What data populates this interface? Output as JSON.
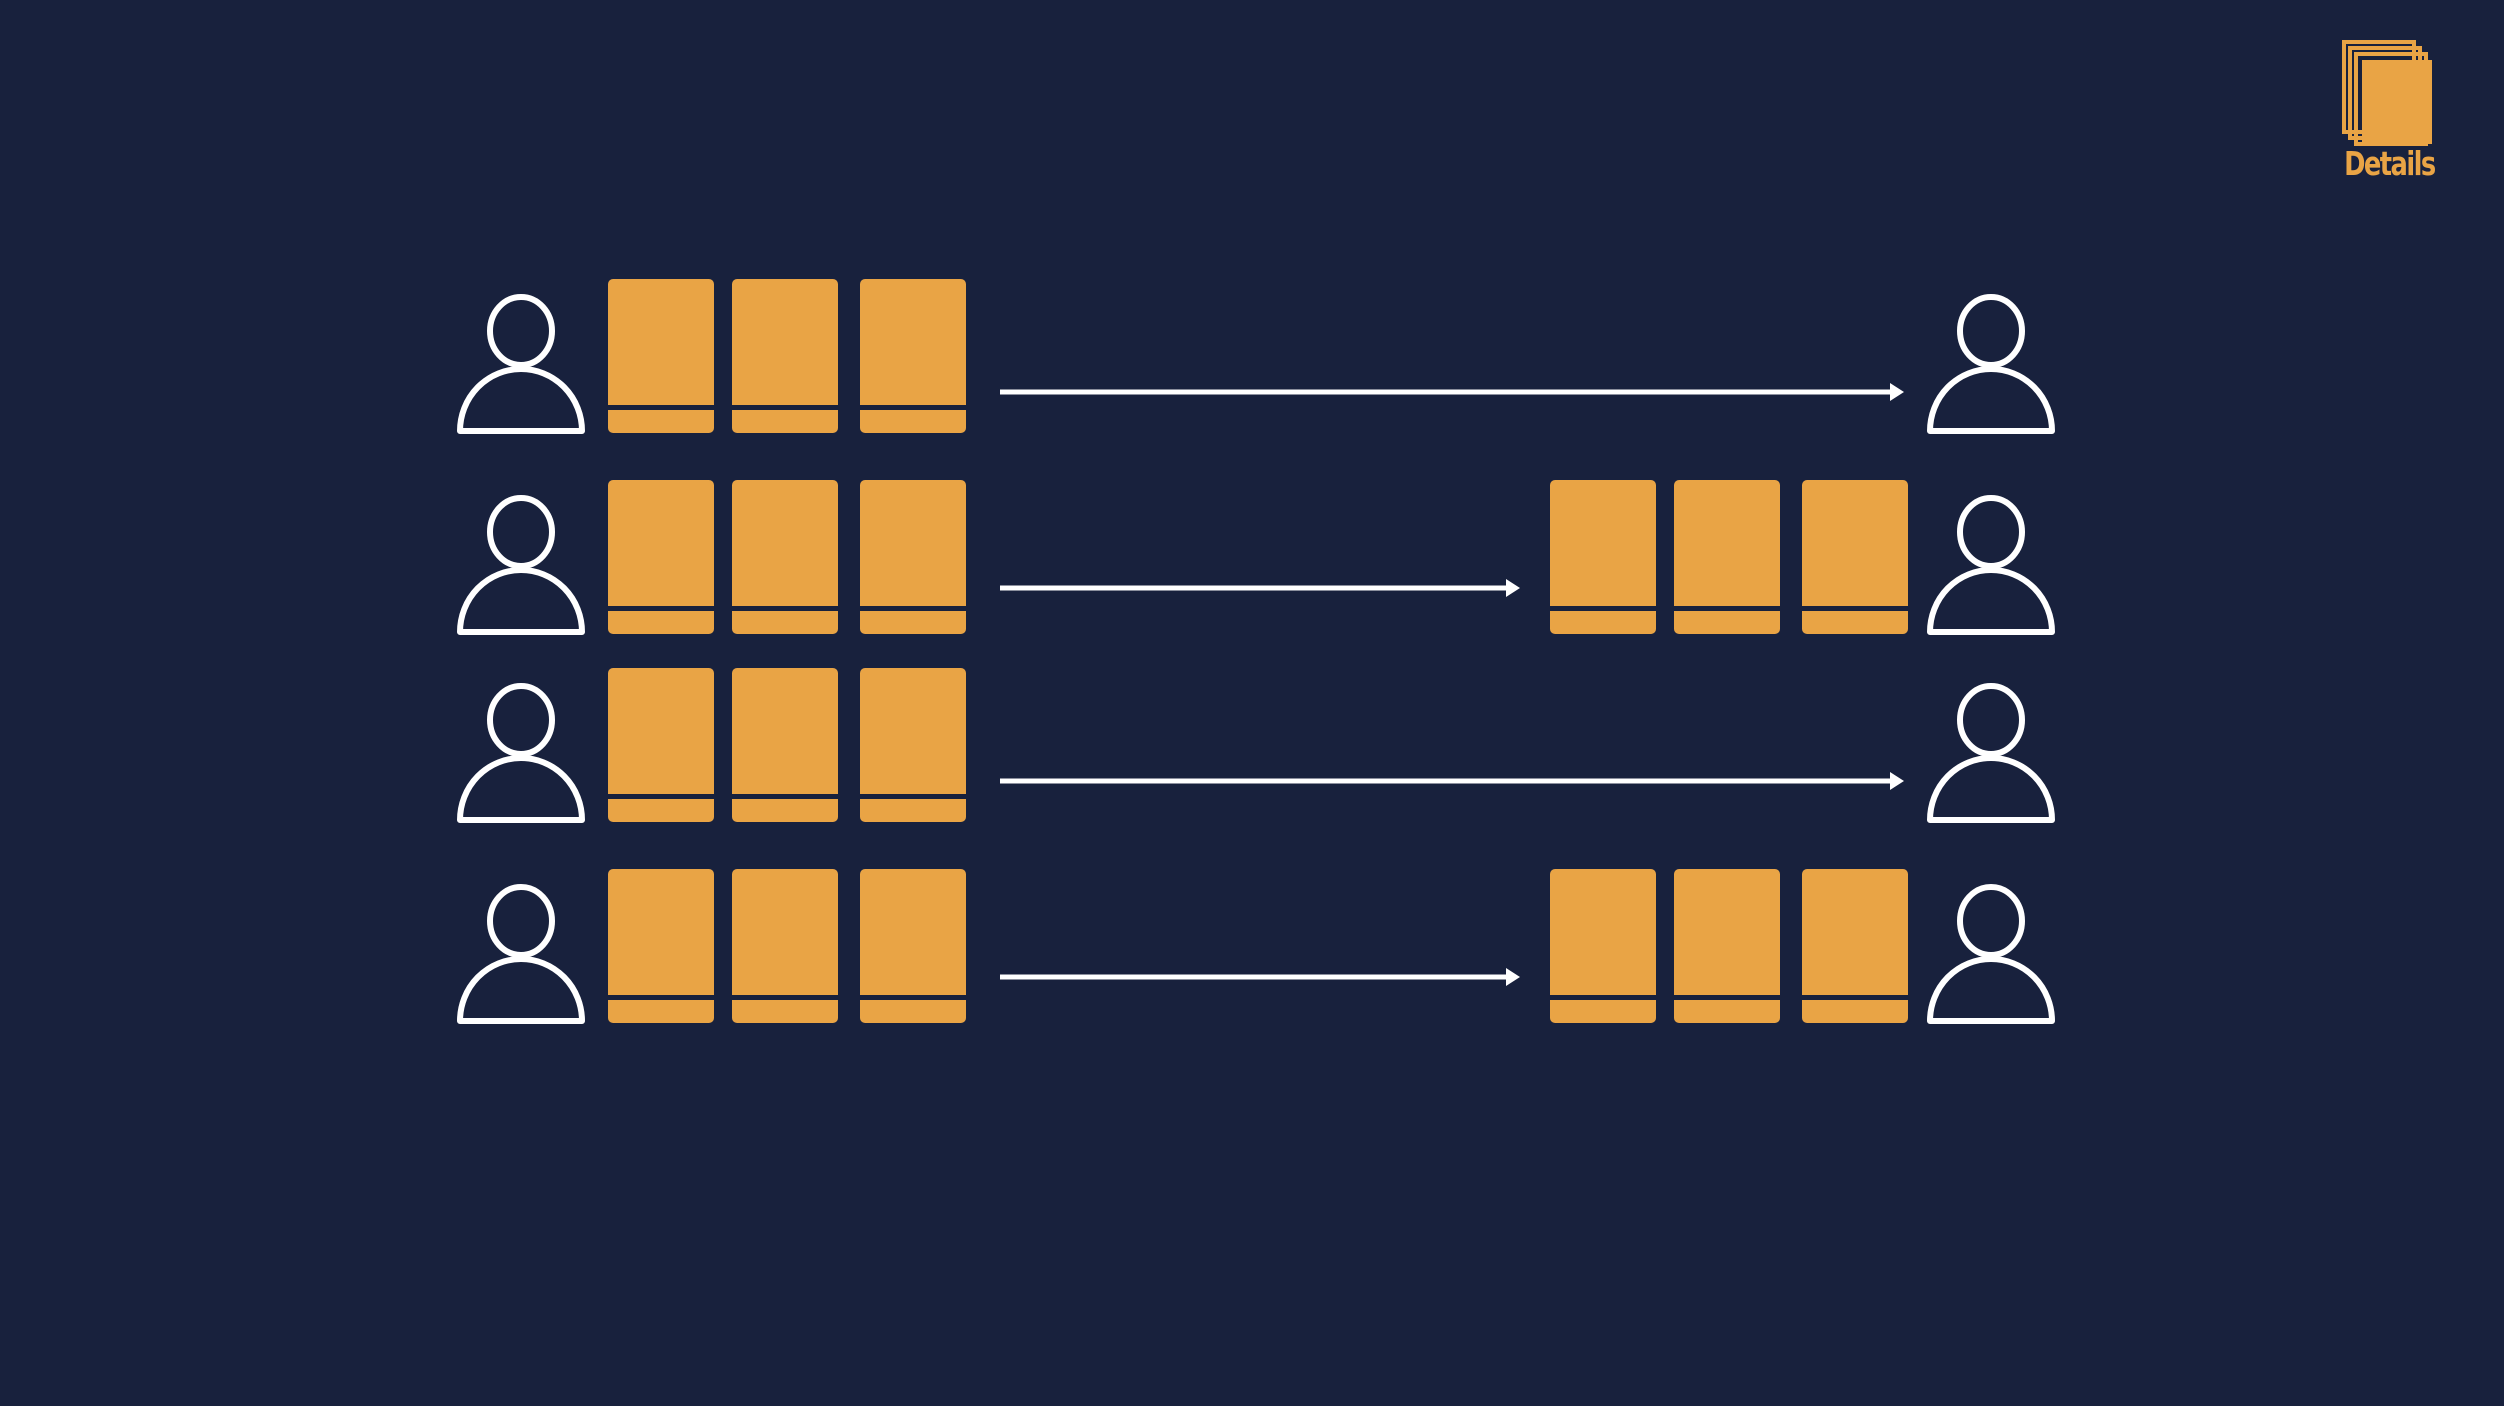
{
  "colors": {
    "background": "#18213d",
    "card": "#e9a445",
    "line": "#ffffff",
    "logo": "#e9a445"
  },
  "logo": {
    "label": "Details",
    "icon": "stacked-documents-icon"
  },
  "rows": [
    {
      "sender_cards": 3,
      "receiver_cards": 0,
      "arrow": "full"
    },
    {
      "sender_cards": 3,
      "receiver_cards": 3,
      "arrow": "short"
    },
    {
      "sender_cards": 3,
      "receiver_cards": 0,
      "arrow": "full"
    },
    {
      "sender_cards": 3,
      "receiver_cards": 3,
      "arrow": "short"
    }
  ]
}
